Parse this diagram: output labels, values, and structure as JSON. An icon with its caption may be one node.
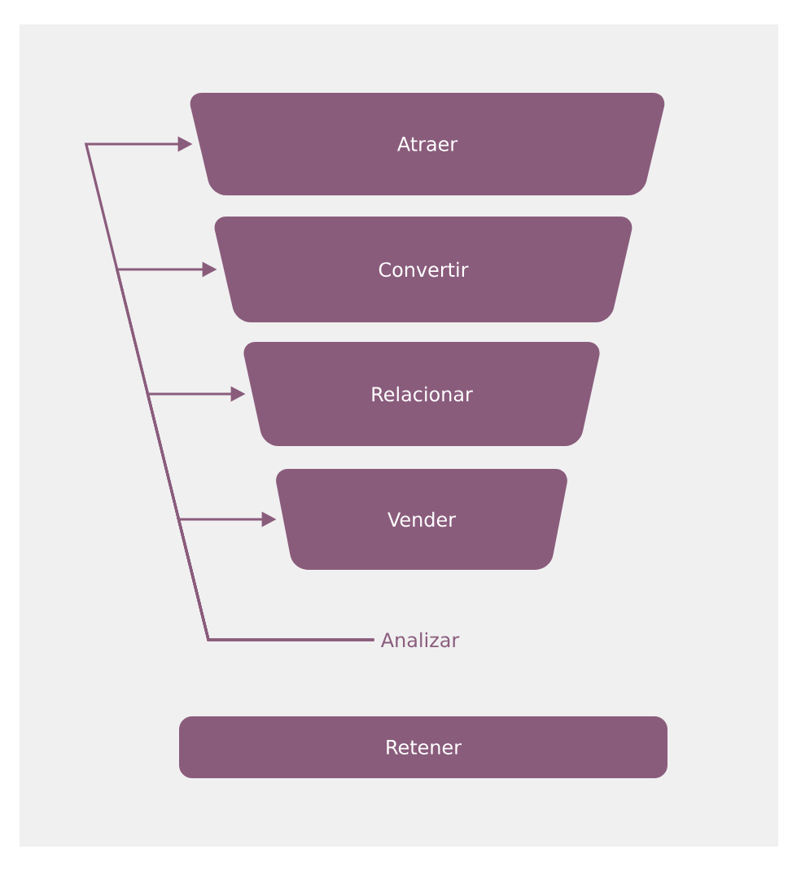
{
  "diagram": {
    "nodes": [
      {
        "text": [
          "Atraer"
        ]
      },
      {
        "text": [
          "Convertir"
        ]
      },
      {
        "text": [
          "Relacionar"
        ]
      },
      {
        "text": [
          "Vender"
        ]
      },
      {
        "text": [
          "Analizar"
        ]
      },
      {
        "text": [
          "Retener"
        ]
      }
    ],
    "edges": [
      {
        "from": 4,
        "to": 0,
        "arrow": "to"
      },
      {
        "from": 4,
        "to": 1,
        "arrow": "to"
      },
      {
        "from": 4,
        "to": 2,
        "arrow": "to"
      },
      {
        "from": 4,
        "to": 3,
        "arrow": "to"
      }
    ]
  }
}
